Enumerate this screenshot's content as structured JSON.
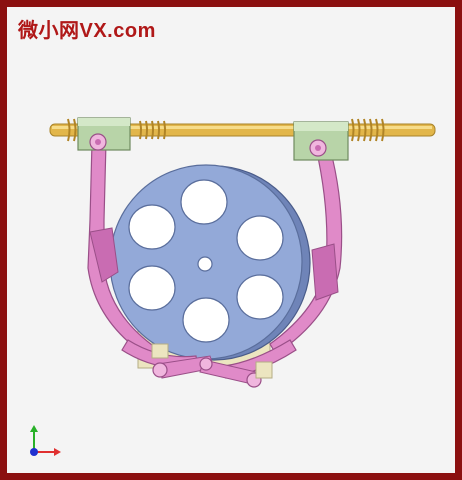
{
  "watermark": {
    "cjk_text": "微小网",
    "latin_text": "VX.com",
    "color": "#b01818"
  },
  "frame": {
    "border_color": "#8b1010",
    "background": "#f4f4f4"
  },
  "scene": {
    "description_icon_names": [
      "brake-wheel",
      "lead-screw",
      "brake-arm",
      "slider-block",
      "triad-axis-icon"
    ],
    "colors": {
      "wheel": "#93a9d8",
      "wheel_edge": "#5a6e9c",
      "screw": "#e2b64a",
      "slider": "#b8d4a8",
      "arm": "#e08ac8",
      "arm_edge": "#9a4f88",
      "base": "#ece5c0"
    }
  },
  "axis_triad": {
    "x_color": "#e03030",
    "y_color": "#28b028",
    "z_color": "#2030d0"
  }
}
